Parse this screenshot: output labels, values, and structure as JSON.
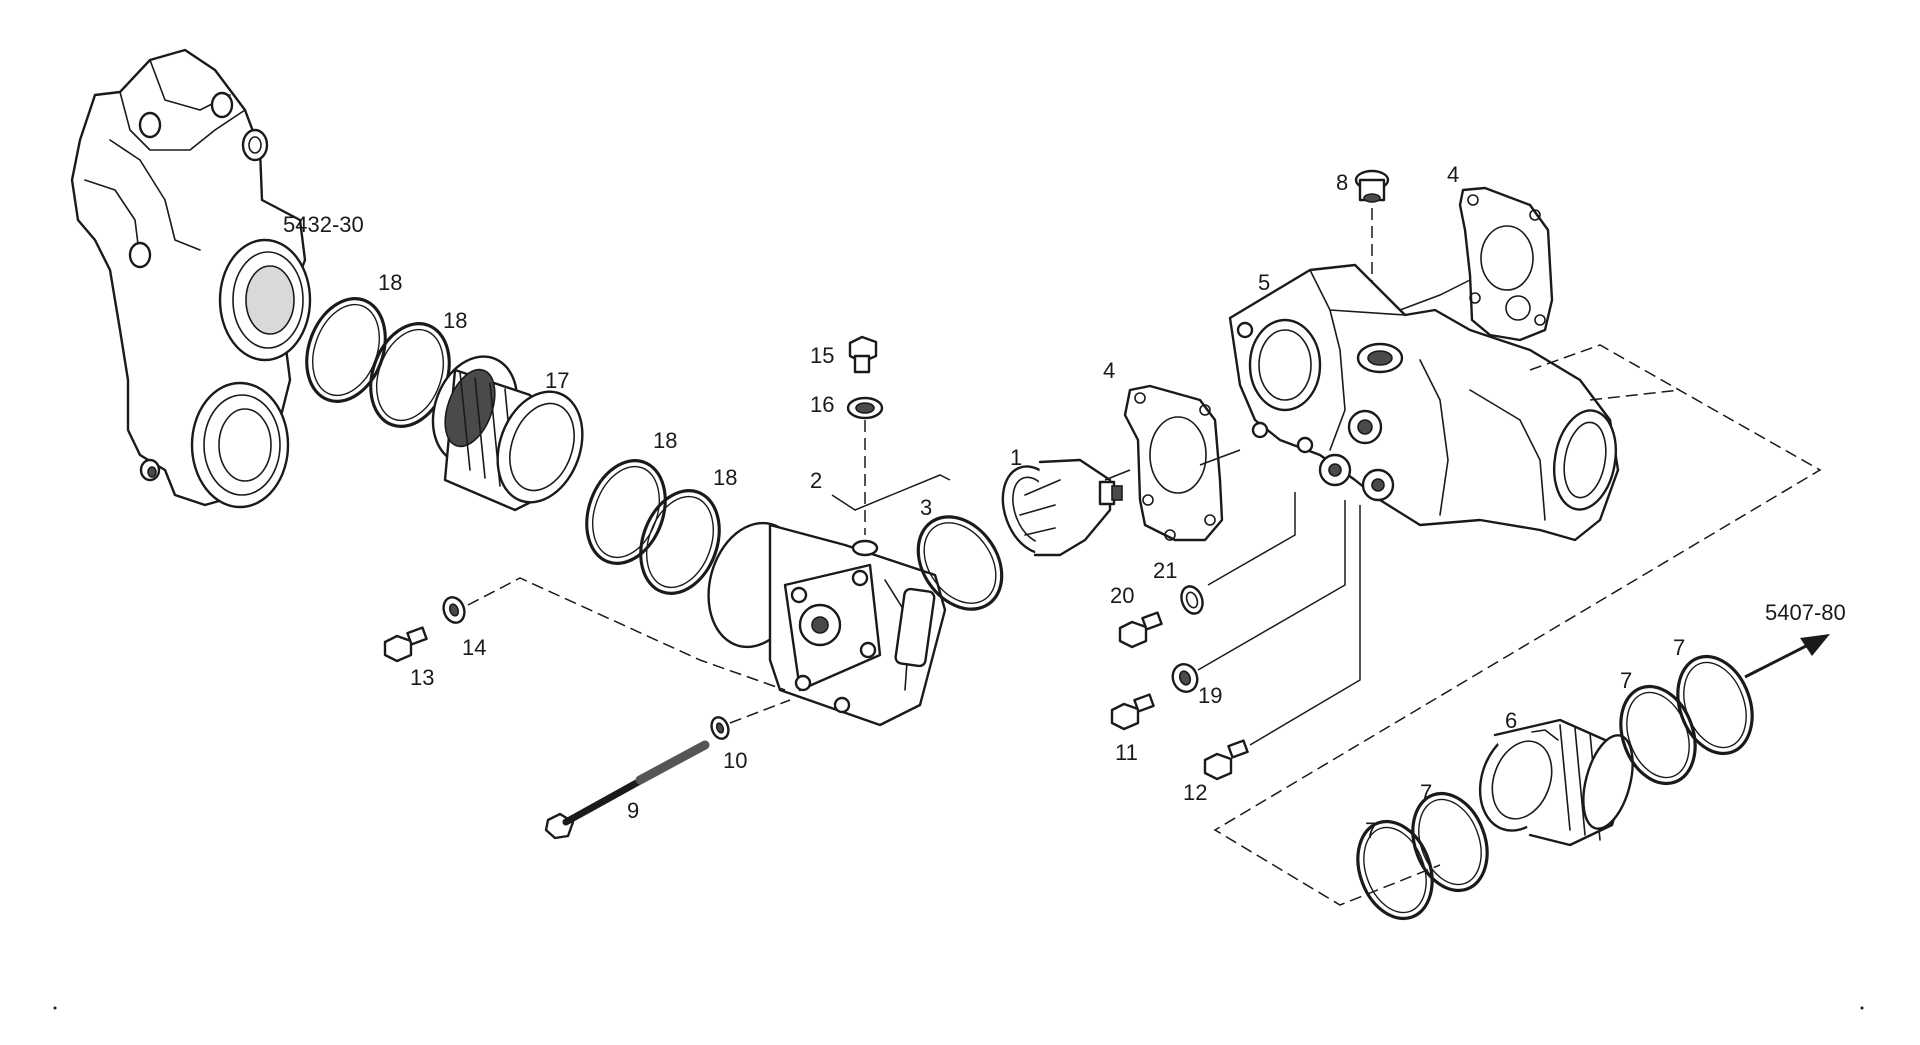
{
  "references": {
    "top_left": "5432-30",
    "right": "5407-80"
  },
  "callouts": [
    {
      "id": "c1",
      "text": "1"
    },
    {
      "id": "c2",
      "text": "2"
    },
    {
      "id": "c3",
      "text": "3"
    },
    {
      "id": "c4a",
      "text": "4"
    },
    {
      "id": "c4b",
      "text": "4"
    },
    {
      "id": "c5",
      "text": "5"
    },
    {
      "id": "c6",
      "text": "6"
    },
    {
      "id": "c7a",
      "text": "7"
    },
    {
      "id": "c7b",
      "text": "7"
    },
    {
      "id": "c7c",
      "text": "7"
    },
    {
      "id": "c7d",
      "text": "7"
    },
    {
      "id": "c8",
      "text": "8"
    },
    {
      "id": "c9",
      "text": "9"
    },
    {
      "id": "c10",
      "text": "10"
    },
    {
      "id": "c11",
      "text": "11"
    },
    {
      "id": "c12",
      "text": "12"
    },
    {
      "id": "c13",
      "text": "13"
    },
    {
      "id": "c14",
      "text": "14"
    },
    {
      "id": "c15",
      "text": "15"
    },
    {
      "id": "c16",
      "text": "16"
    },
    {
      "id": "c17",
      "text": "17"
    },
    {
      "id": "c18a",
      "text": "18"
    },
    {
      "id": "c18b",
      "text": "18"
    },
    {
      "id": "c18c",
      "text": "18"
    },
    {
      "id": "c18d",
      "text": "18"
    },
    {
      "id": "c19",
      "text": "19"
    },
    {
      "id": "c20",
      "text": "20"
    },
    {
      "id": "c21",
      "text": "21"
    }
  ]
}
